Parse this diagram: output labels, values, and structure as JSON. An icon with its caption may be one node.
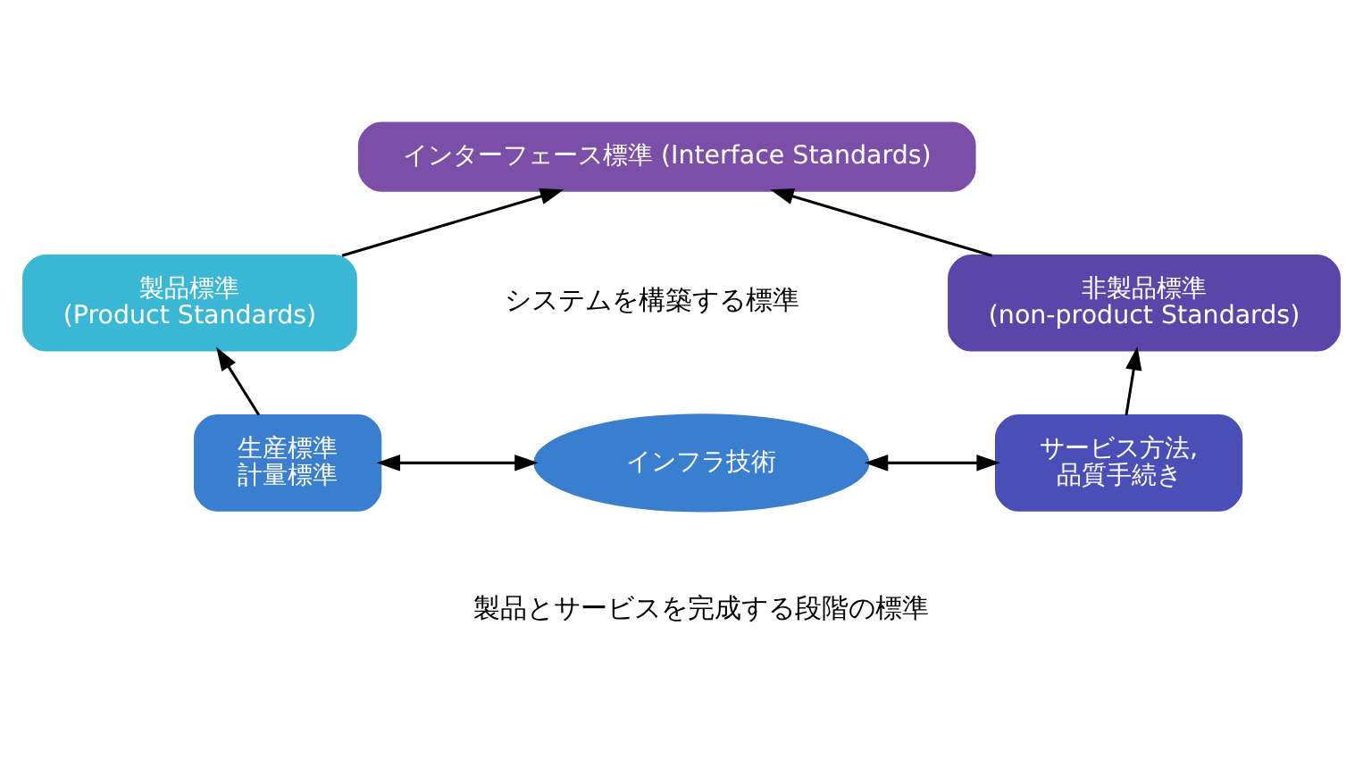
{
  "diagram": {
    "nodes": [
      {
        "text": [
          "インターフェース標準 (Interface Standards)"
        ]
      },
      {
        "text": [
          "製品標準",
          "(Product Standards)"
        ]
      },
      {
        "text": [
          "非製品標準",
          "(non-product Standards)"
        ]
      },
      {
        "text": [
          "生産標準",
          "計量標準"
        ]
      },
      {
        "text": [
          "インフラ技術"
        ]
      },
      {
        "text": [
          "サービス方法,",
          "品質手続き"
        ]
      }
    ],
    "edges": [
      {
        "from": 1,
        "to": 0,
        "arrow": "to"
      },
      {
        "from": 2,
        "to": 0,
        "arrow": "to"
      },
      {
        "from": 3,
        "to": 1,
        "arrow": "to"
      },
      {
        "from": 5,
        "to": 2,
        "arrow": "to"
      },
      {
        "from": 3,
        "to": 4,
        "arrow": "both"
      },
      {
        "from": 4,
        "to": 5,
        "arrow": "both"
      }
    ],
    "labels": [
      "システムを構築する標準",
      "製品とサービスを完成する段階の標準"
    ]
  }
}
